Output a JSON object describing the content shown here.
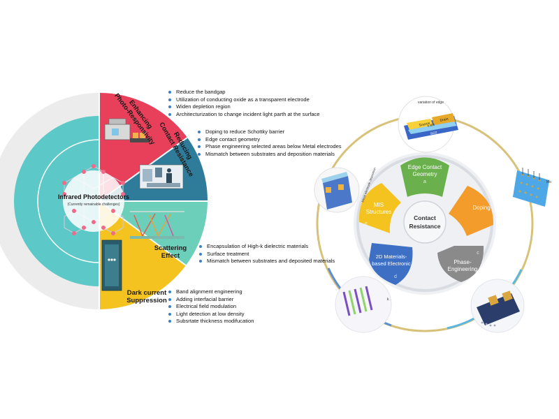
{
  "left_wheel": {
    "center_title": "Infrared Photodetectors",
    "center_subtitle": "(Currently remainable challenges)",
    "segments": [
      {
        "label_line1": "Enhancing",
        "label_line2": "Photo-Responsivity",
        "color": "#e8405a",
        "bullets": [
          "Reduce the bandgap",
          "Utilization of conducting oxide as a transparent electrode",
          "Widen depletion region",
          "Architecturization to change incident light parth at the surface"
        ]
      },
      {
        "label_line1": "Reducing",
        "label_line2": "Contact Resistance",
        "color": "#2f7c9a",
        "bullets": [
          "Doping to reduce Schottky barrier",
          "Edge contact geometry",
          "Phase engineering selected areas below Metal electrodes",
          "Mismatch between substrates and deposition materials"
        ]
      },
      {
        "label_line1": "Scattering",
        "label_line2": "Effect",
        "color": "#6ccfb9",
        "bullets": [
          "Encapsulation of High-k dielectric materials",
          "Surface treatment",
          "Mismatch between substrates and deposited materials"
        ]
      },
      {
        "label_line1": "Dark current",
        "label_line2": "Suppression",
        "color": "#f5c320",
        "bullets": [
          "Band alignment engineering",
          "Adding interfacial barrier",
          "Electrical field modulation",
          "Light detection at low density",
          "Subsrtate thickness modifucation"
        ]
      }
    ]
  },
  "right_wheel": {
    "center_line1": "Contact",
    "center_line2": "Resistance",
    "petals": [
      {
        "line1": "Edge Contact",
        "line2": "Geometry",
        "letter": "a",
        "color": "#6ab04c"
      },
      {
        "line1": "Doping",
        "line2": "",
        "letter": "b",
        "color": "#f39c2b"
      },
      {
        "line1": "Phase-",
        "line2": "Engineering",
        "letter": "c",
        "color": "#8a8a8a"
      },
      {
        "line1": "2D Materials-",
        "line2": "based Electronic",
        "letter": "d",
        "color": "#3d6fc4"
      },
      {
        "line1": "MIS",
        "line2": "Structures",
        "letter": "e",
        "color": "#f5c320"
      }
    ],
    "inset_labels": {
      "top_caption": "variation of edge",
      "source": "Source",
      "drain": "Drain",
      "channel": "h-BN",
      "substrate": "SiO2",
      "dopant": "Mo",
      "side_note": "Metal electrode deposition",
      "k_label": "k"
    }
  }
}
